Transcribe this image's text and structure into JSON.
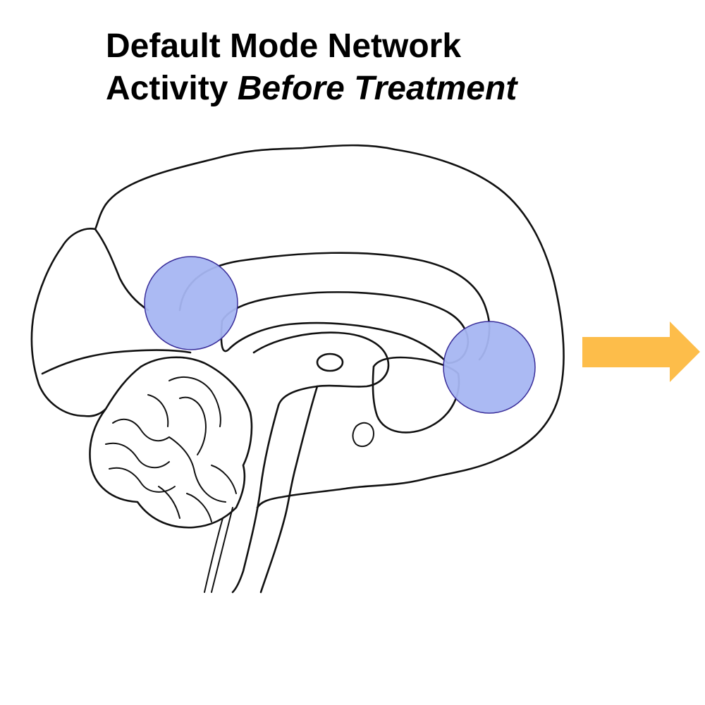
{
  "title": {
    "line1": "Default Mode Network",
    "line2_plain": "Activity ",
    "line2_emphasis": "Before Treatment"
  },
  "colors": {
    "activity_region": "#a6b6f2",
    "activity_region_edge": "#3a2e9a",
    "arrow": "#fdbd4a",
    "outline": "#111111"
  },
  "regions": [
    {
      "name": "posterior-region"
    },
    {
      "name": "anterior-region"
    }
  ],
  "icons": {
    "next": "arrow-right-icon"
  }
}
